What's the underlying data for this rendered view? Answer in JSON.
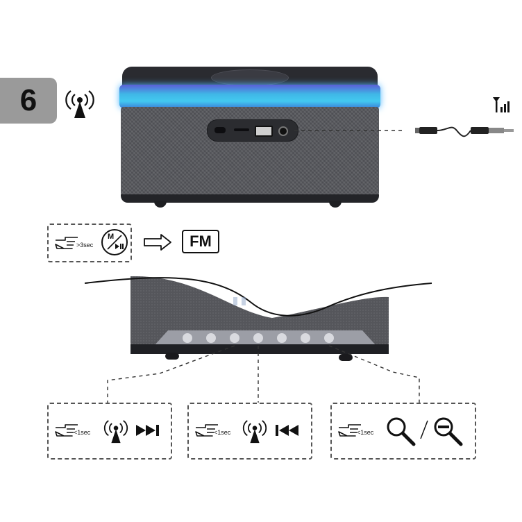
{
  "step": {
    "number": "6"
  },
  "fm_mode": {
    "press_duration": ">3sec",
    "button_label": "M",
    "result_label": "FM"
  },
  "controls": [
    {
      "press_duration": "<1sec",
      "action": "next-station"
    },
    {
      "press_duration": "<1sec",
      "action": "previous-station"
    },
    {
      "press_duration": "<1sec",
      "action": "search"
    }
  ],
  "colors": {
    "glow": "#43c9f0",
    "fabric": "#56575c",
    "badge": "#9a9a9a"
  },
  "icons": [
    "antenna-icon",
    "signal-bars-icon",
    "aux-cable-icon",
    "press-hand-icon",
    "mode-play-pause-icon",
    "arrow-right-icon",
    "skip-next-icon",
    "skip-previous-icon",
    "search-icon",
    "search-minus-icon"
  ]
}
